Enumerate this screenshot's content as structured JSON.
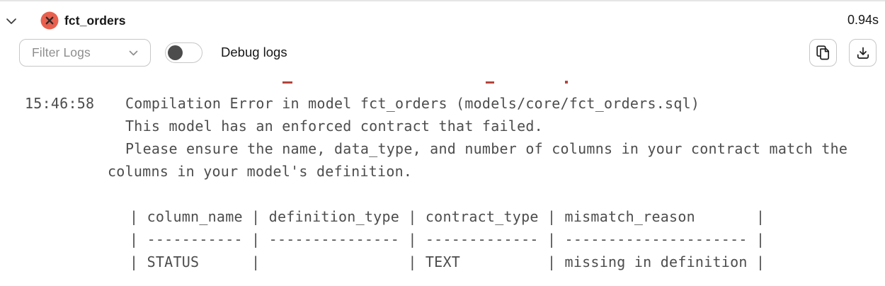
{
  "header": {
    "model_name": "fct_orders",
    "status": "error",
    "duration": "0.94s"
  },
  "toolbar": {
    "filter_label": "Filter Logs",
    "debug_toggle_label": "Debug logs",
    "debug_enabled": false
  },
  "log": {
    "timestamp": "15:46:58",
    "message_lines": [
      "Compilation Error in model fct_orders (models/core/fct_orders.sql)",
      "This model has an enforced contract that failed.",
      "Please ensure the name, data_type, and number of columns in your contract match the",
      "columns in your model's definition."
    ],
    "table_lines": [
      "| column_name | definition_type | contract_type | mismatch_reason       |",
      "| ----------- | --------------- | ------------- | --------------------- |",
      "| STATUS      |                 | TEXT          | missing in definition |"
    ],
    "clipped_previous_line": true
  },
  "colors": {
    "error_icon_bg": "#e8604e",
    "error_icon_cross": "#2b2b2b",
    "log_text": "#4d4d4d",
    "clipped_fragment_red": "#b5443b",
    "border_gray": "#c7c7c7",
    "top_divider": "#e5e5e5"
  },
  "icons": {
    "collapse": "chevron-down",
    "filter": "chevron-down",
    "actions": [
      "copy",
      "download"
    ]
  }
}
